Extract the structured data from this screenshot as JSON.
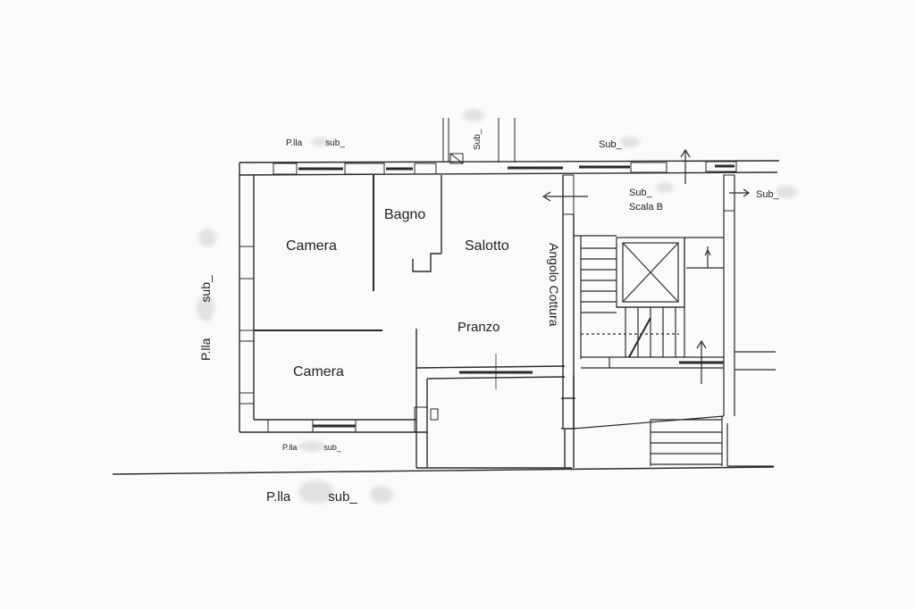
{
  "rooms": {
    "camera_top": "Camera",
    "camera_bottom": "Camera",
    "bagno": "Bagno",
    "salotto": "Salotto",
    "pranzo": "Pranzo",
    "angolo_cottura": "Angolo Cottura"
  },
  "labels": {
    "plla_top": "P.lla",
    "plla_top_sub": "sub_",
    "sub_top_vertical": "Sub_",
    "sub_top_right": "Sub_",
    "sub_scala": "Sub_",
    "scala_b": "Scala B",
    "sub_right": "Sub_",
    "plla_left": "P.lla",
    "plla_left_sub": "sub_",
    "plla_bottom_small": "P.lla",
    "plla_bottom_small_sub": "sub_",
    "plla_bottom": "P.lla",
    "plla_bottom_sub": "sub_"
  },
  "colors": {
    "ink": "#2a2a2a",
    "paper": "#fbfbfb"
  }
}
